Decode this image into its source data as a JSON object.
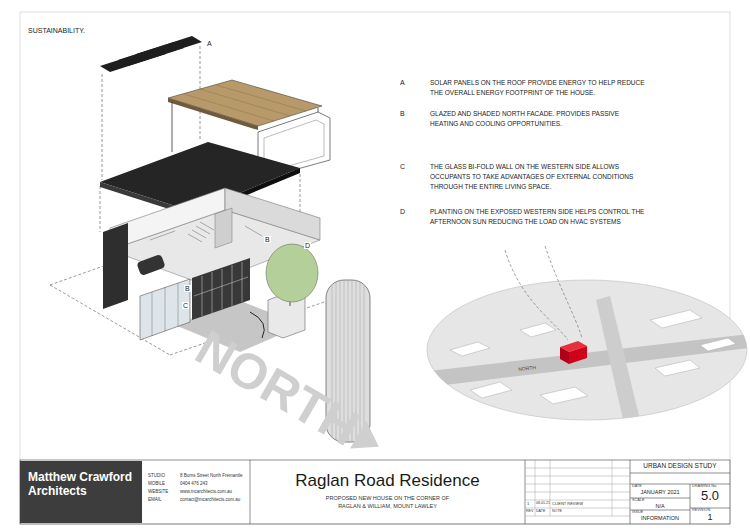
{
  "diagram": {
    "title": "SUSTAINABILITY.",
    "nodes": [
      {
        "text": [
          "Matthew Crawford Architects"
        ]
      },
      {
        "text": [
          "Raglan Road Residence",
          "PROPOSED NEW HOUSE ON THE CORNER OF RAGLAN & WILLIAM, MOUNT LAWLEY"
        ]
      },
      {
        "text": [
          "URBAN DESIGN STUDY"
        ]
      },
      {
        "text": [
          "DATE",
          "JANUARY 2021"
        ]
      },
      {
        "text": [
          "DRAWING No.",
          "5.0"
        ]
      },
      {
        "text": [
          "SCALE",
          "N/A"
        ]
      },
      {
        "text": [
          "ISSUE",
          "INFORMATION"
        ]
      },
      {
        "text": [
          "REVISION",
          "1"
        ]
      }
    ],
    "labels": [
      "A",
      "A",
      "SOLAR PANELS ON THE ROOF PROVIDE ENERGY TO HELP REDUCE THE OVERALL ENERGY FOOTPRINT OF THE HOUSE.",
      "B",
      "GLAZED AND SHADED NORTH FACADE. PROVIDES PASSIVE HEATING AND COOLING OPPORTUNITIES.",
      "C",
      "THE GLASS BI-FOLD WALL ON THE WESTERN SIDE ALLOWS OCCUPANTS TO TAKE ADVANTAGES OF EXTERNAL CONDITIONS THROUGH THE ENTIRE LIVING SPACE.",
      "D",
      "PLANTING ON THE EXPOSED WESTERN SIDE HELPS CONTROL THE AFTERNOON SUN REDUCING THE LOAD ON HVAC SYSTEMS",
      "B",
      "B",
      "C",
      "D",
      "NORTH",
      "NORTH",
      "STUDIO",
      "8 Burns Street North Fremantle",
      "MOBILE",
      "0404 476 243",
      "WEBSITE",
      "www.mcarchitects.com.au",
      "EMAIL",
      "contact@mcarchitects.com.au",
      "1",
      "08.01.21",
      "CLIENT REVIEW",
      "REV",
      "DATE",
      "NOTE"
    ]
  }
}
